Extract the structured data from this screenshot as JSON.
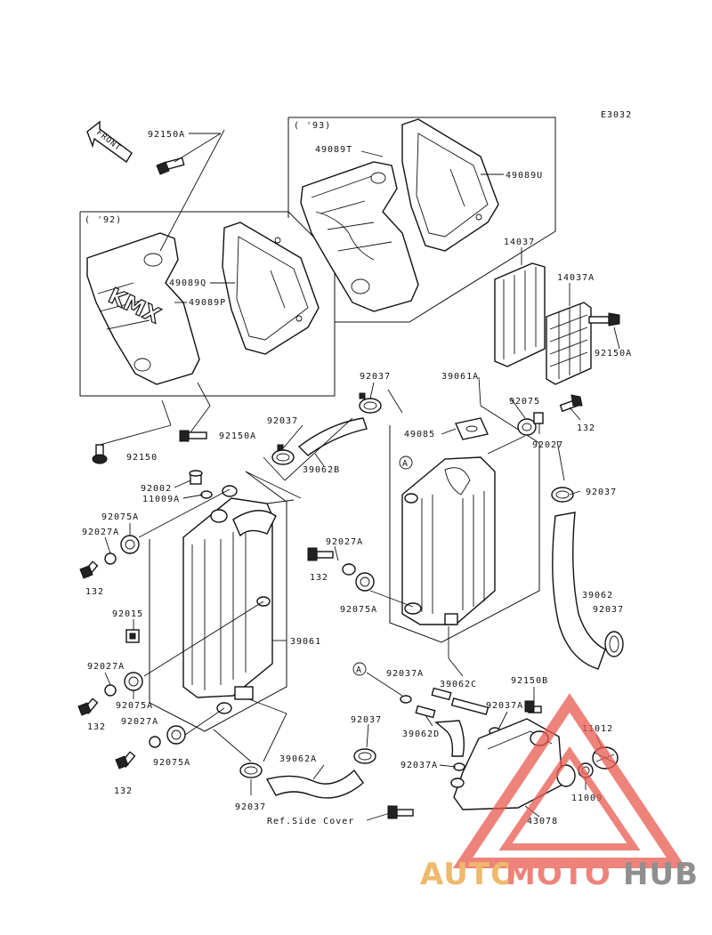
{
  "diagram_code": "E3032",
  "front_label": "FRONT",
  "year_labels": {
    "y92": "( '92)",
    "y93": "( '93)"
  },
  "callout_letter": "A",
  "parts": {
    "p92150A_top": "92150A",
    "p49089T": "49089T",
    "p49089U": "49089U",
    "p49089Q": "49089Q",
    "p49089P": "49089P",
    "p14037": "14037",
    "p14037A": "14037A",
    "p92150A_right": "92150A",
    "p92037_a": "92037",
    "p39061A": "39061A",
    "p92075_r": "92075",
    "p49085": "49085",
    "p92027_r": "92027",
    "p132_r": "132",
    "p92037_b": "92037",
    "p92150A_mid": "92150A",
    "p92150_left": "92150",
    "p39062B": "39062B",
    "p92037_c": "92037",
    "p92002": "92002",
    "p11009A": "11009A",
    "p92075A_1": "92075A",
    "p92027A_1": "92027A",
    "p132_1": "132",
    "p92027A_mid": "92027A",
    "p132_mid": "132",
    "p92075A_mid": "92075A",
    "p39062": "39062",
    "p92037_d": "92037",
    "p92015": "92015",
    "p39061": "39061",
    "p92027A_2": "92027A",
    "p92075A_2": "92075A",
    "p132_2": "132",
    "p92027A_3": "92027A",
    "p92075A_3": "92075A",
    "p132_3": "132",
    "p92037A_1": "92037A",
    "p39062C": "39062C",
    "p92150B": "92150B",
    "p11012": "11012",
    "p92037A_2": "92037A",
    "p39062D": "39062D",
    "p92037_e": "92037",
    "p39062A": "39062A",
    "p92037A_3": "92037A",
    "p11009": "11009",
    "p43078": "43078",
    "p92037_f": "92037",
    "ref_side_cover": "Ref.Side Cover"
  },
  "watermark": {
    "part1": "AUTO",
    "part2": "MOTO",
    "part3": "HUB",
    "colors": {
      "auto": "#e9a23a",
      "moto": "#e95a4f",
      "hub": "#6a6a6a",
      "triangle": "#e95a4f"
    }
  }
}
